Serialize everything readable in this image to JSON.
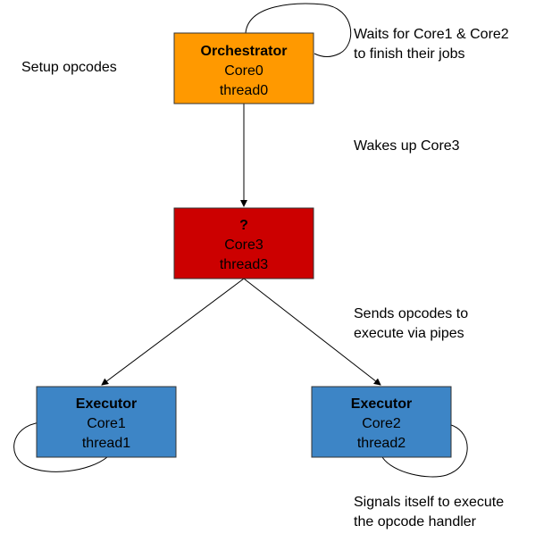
{
  "nodes": {
    "orchestrator": {
      "title": "Orchestrator",
      "line1": "Core0",
      "line2": "thread0",
      "color": "#ff9900"
    },
    "core3": {
      "title": "?",
      "line1": "Core3",
      "line2": "thread3",
      "color": "#cc0000"
    },
    "executor1": {
      "title": "Executor",
      "line1": "Core1",
      "line2": "thread1",
      "color": "#3d85c6"
    },
    "executor2": {
      "title": "Executor",
      "line1": "Core2",
      "line2": "thread2",
      "color": "#3d85c6"
    }
  },
  "annotations": {
    "setup": "Setup opcodes",
    "waits_line1": "Waits for Core1 & Core2",
    "waits_line2": "to finish their jobs",
    "wakes": "Wakes up Core3",
    "sends_line1": "Sends opcodes to",
    "sends_line2": "execute via pipes",
    "signals_line1": "Signals itself to execute",
    "signals_line2": "the opcode handler"
  }
}
